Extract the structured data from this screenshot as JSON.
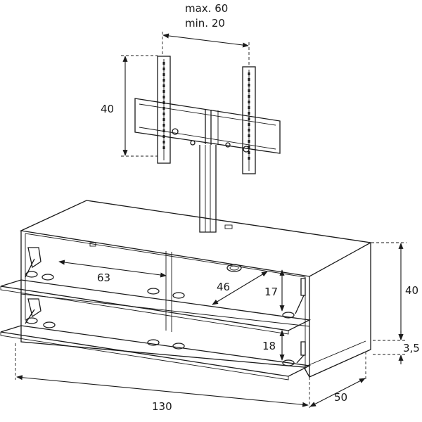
{
  "labels": {
    "wall_max": "max. 60",
    "wall_min": "min. 20",
    "bracket_height": "40",
    "shelf_width": "63",
    "shelf_depth": "46",
    "upper_shelf_height": "17",
    "lower_shelf_height": "18",
    "cabinet_height": "40",
    "foot_height": "3,5",
    "cabinet_width": "130",
    "cabinet_depth": "50"
  },
  "colors": {
    "line": "#1a1a1a",
    "background": "#ffffff"
  }
}
